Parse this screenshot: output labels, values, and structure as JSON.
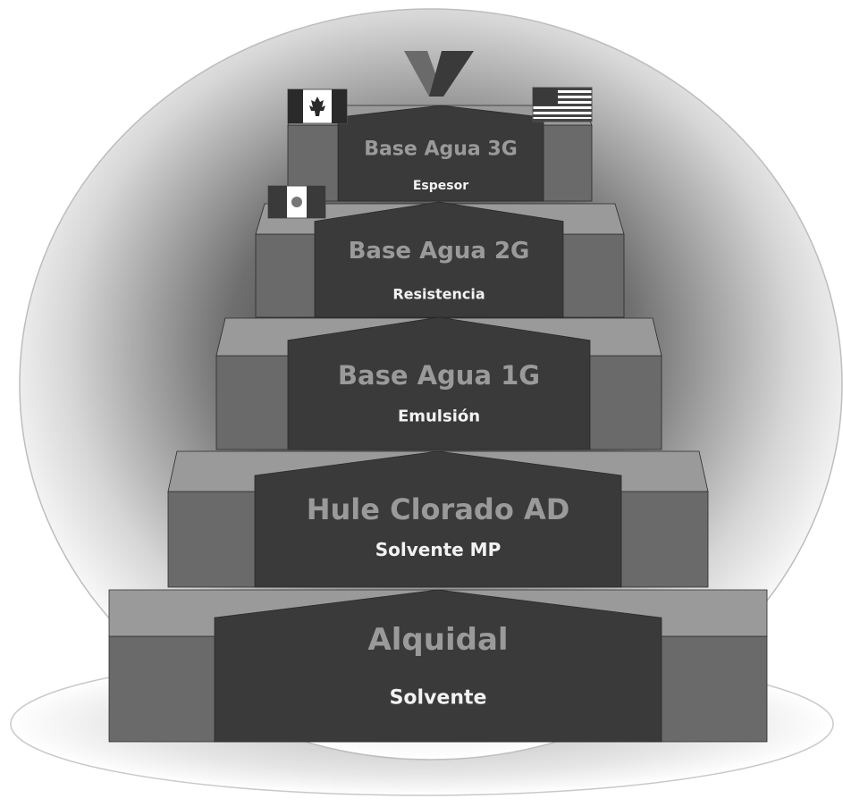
{
  "colors": {
    "background": "#ffffff",
    "globe_center": "#3a3a3a",
    "globe_edge": "#ffffff",
    "front_dark": "#3a3a3a",
    "side_mid": "#6a6a6a",
    "top_light": "#9a9a9a",
    "title_text": "#9a9a9a",
    "subtitle_text": "#f2f2f2"
  },
  "logo": {
    "icon": "stylized-v-logo-icon"
  },
  "flags": [
    {
      "icon": "canada-flag-icon"
    },
    {
      "icon": "usa-flag-icon"
    },
    {
      "icon": "mexico-flag-icon"
    }
  ],
  "steps": [
    {
      "title": "Base Agua 3G",
      "subtitle": "Espesor"
    },
    {
      "title": "Base Agua 2G",
      "subtitle": "Resistencia"
    },
    {
      "title": "Base Agua 1G",
      "subtitle": "Emulsión"
    },
    {
      "title": "Hule Clorado AD",
      "subtitle": "Solvente MP"
    },
    {
      "title": "Alquidal",
      "subtitle": "Solvente"
    }
  ]
}
